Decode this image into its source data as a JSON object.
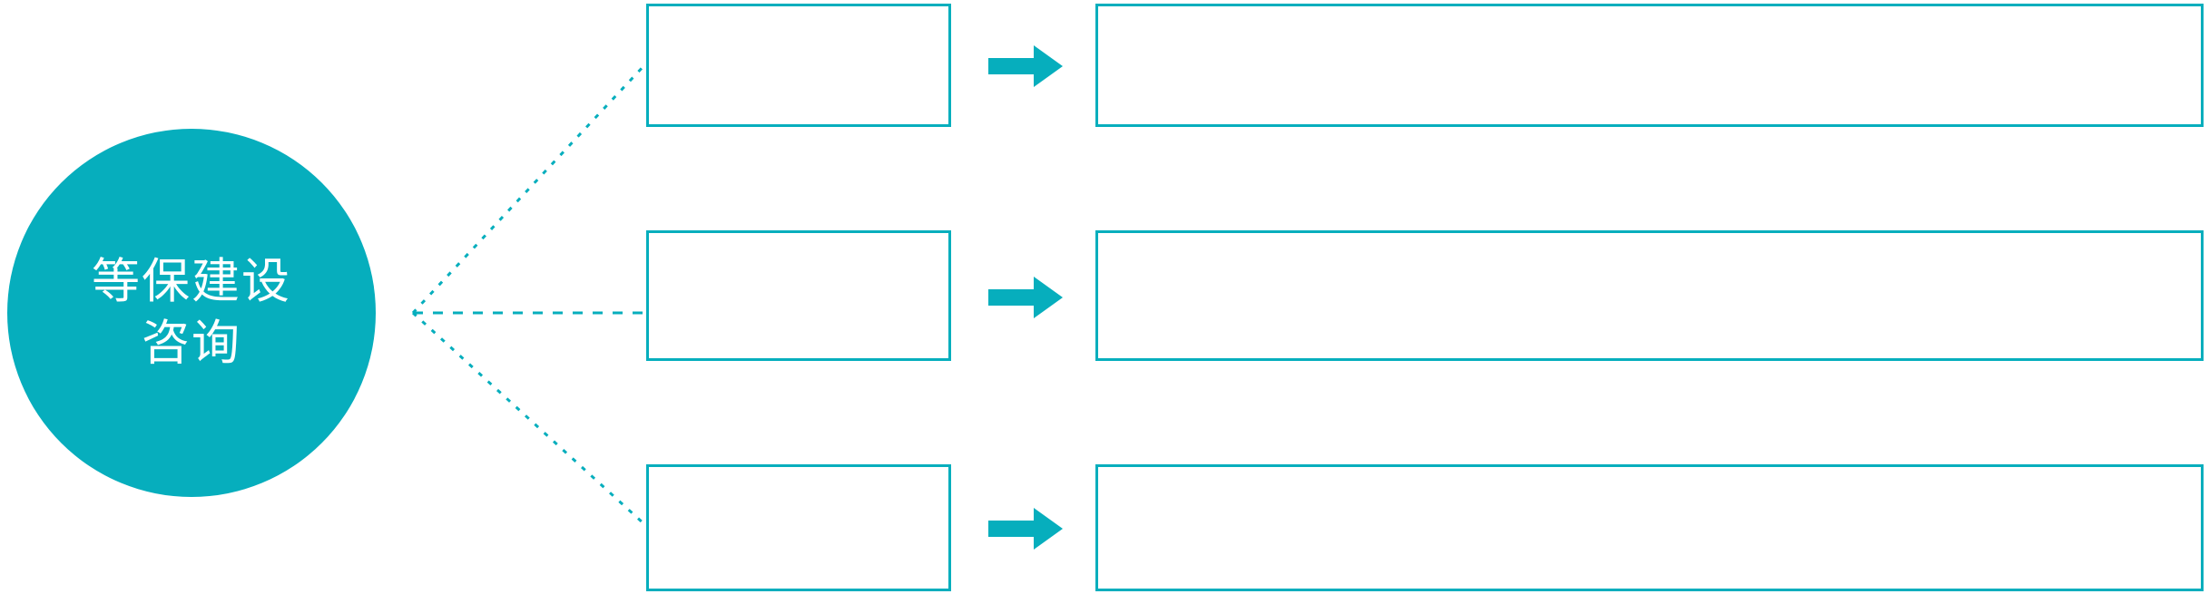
{
  "theme": {
    "accent": "#06AEBD",
    "background": "#FFFFFF",
    "circle_text_color": "#FFFFFF",
    "box_border_color": "#06AEBD"
  },
  "hub": {
    "name": "等保建设咨询",
    "line1": "等保建设",
    "line2": "咨询"
  },
  "connector": {
    "style": "dotted",
    "color": "#06AEBD",
    "branch_count": 3
  },
  "rows": [
    {
      "arrow_icon": "right-arrow-icon",
      "label": "",
      "detail": ""
    },
    {
      "arrow_icon": "right-arrow-icon",
      "label": "",
      "detail": ""
    },
    {
      "arrow_icon": "right-arrow-icon",
      "label": "",
      "detail": ""
    }
  ]
}
